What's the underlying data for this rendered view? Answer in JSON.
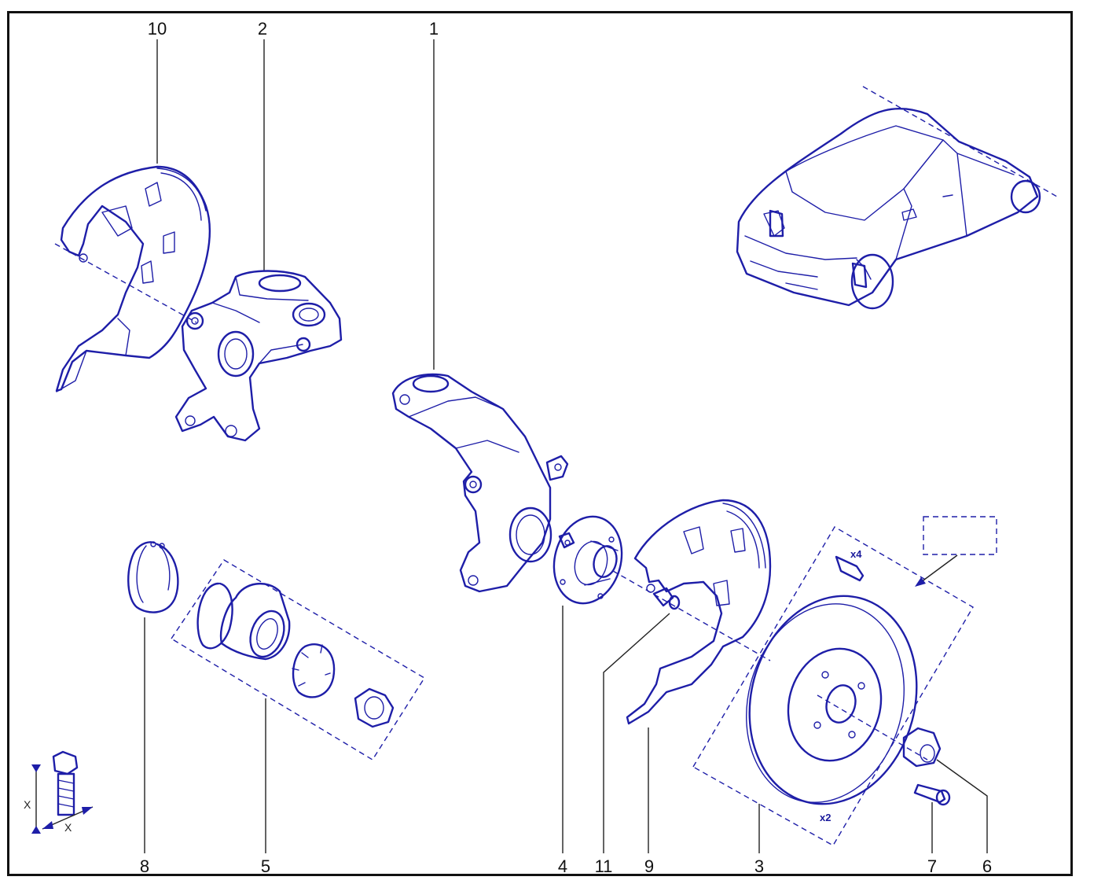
{
  "callouts": [
    {
      "id": "10",
      "label": "10"
    },
    {
      "id": "2",
      "label": "2"
    },
    {
      "id": "1",
      "label": "1"
    },
    {
      "id": "8",
      "label": "8"
    },
    {
      "id": "5",
      "label": "5"
    },
    {
      "id": "4",
      "label": "4"
    },
    {
      "id": "11",
      "label": "11"
    },
    {
      "id": "9",
      "label": "9"
    },
    {
      "id": "3",
      "label": "3"
    },
    {
      "id": "7",
      "label": "7"
    },
    {
      "id": "6",
      "label": "6"
    }
  ],
  "quantities": {
    "studs": "x4",
    "discs": "x2"
  },
  "torque_legend": {
    "label_vertical": "X",
    "label_horizontal": "X"
  },
  "colors": {
    "line_art": "#1e1ea8",
    "frame": "#111111",
    "leader": "#222222"
  }
}
